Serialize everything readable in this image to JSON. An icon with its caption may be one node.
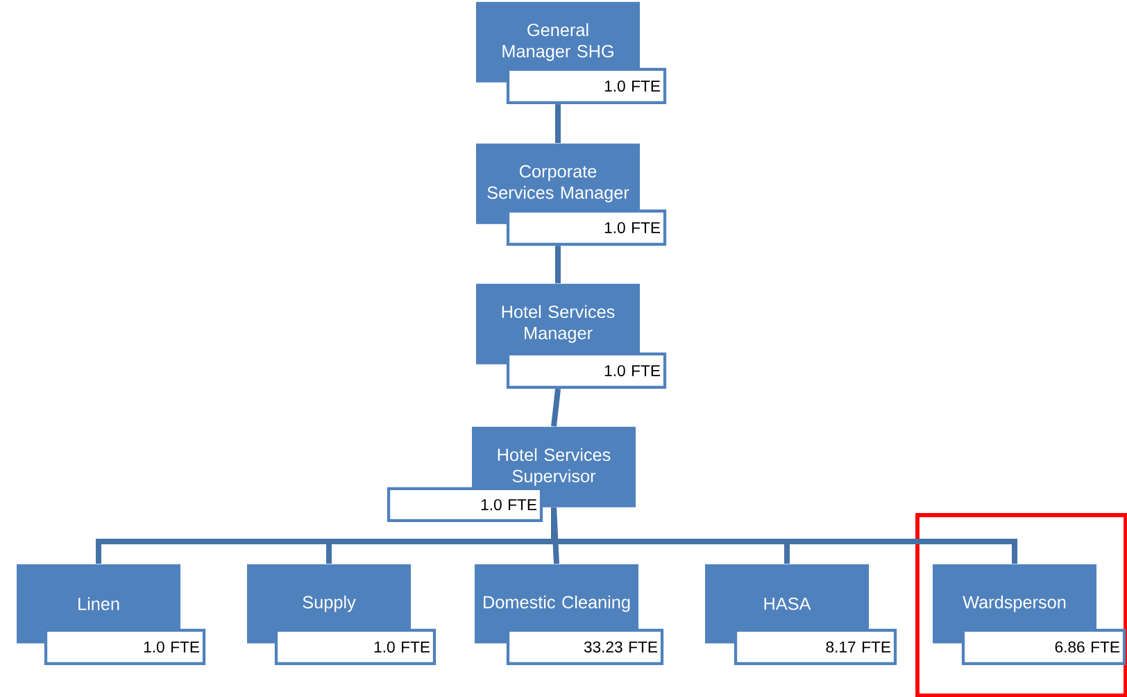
{
  "diagram": {
    "nodes": [
      {
        "text": [
          "General Manager SHG",
          "1.0 FTE"
        ]
      },
      {
        "text": [
          "Corporate Services Manager",
          "1.0 FTE"
        ]
      },
      {
        "text": [
          "Hotel Services Manager",
          "1.0 FTE"
        ]
      },
      {
        "text": [
          "Hotel Services Supervisor",
          "1.0 FTE"
        ]
      },
      {
        "text": [
          "Linen",
          "1.0 FTE"
        ]
      },
      {
        "text": [
          "Supply",
          "1.0 FTE"
        ]
      },
      {
        "text": [
          "Domestic Cleaning",
          "33.23 FTE"
        ]
      },
      {
        "text": [
          "HASA",
          "8.17 FTE"
        ]
      },
      {
        "text": [
          "Wardsperson",
          "6.86 FTE"
        ]
      }
    ],
    "edges": [
      {
        "from": 0,
        "to": 1,
        "arrow": "none"
      },
      {
        "from": 1,
        "to": 2,
        "arrow": "none"
      },
      {
        "from": 2,
        "to": 3,
        "arrow": "none"
      },
      {
        "from": 3,
        "to": 4,
        "arrow": "none"
      },
      {
        "from": 3,
        "to": 5,
        "arrow": "none"
      },
      {
        "from": 3,
        "to": 6,
        "arrow": "none"
      },
      {
        "from": 3,
        "to": 7,
        "arrow": "none"
      },
      {
        "from": 3,
        "to": 8,
        "arrow": "none"
      }
    ]
  }
}
